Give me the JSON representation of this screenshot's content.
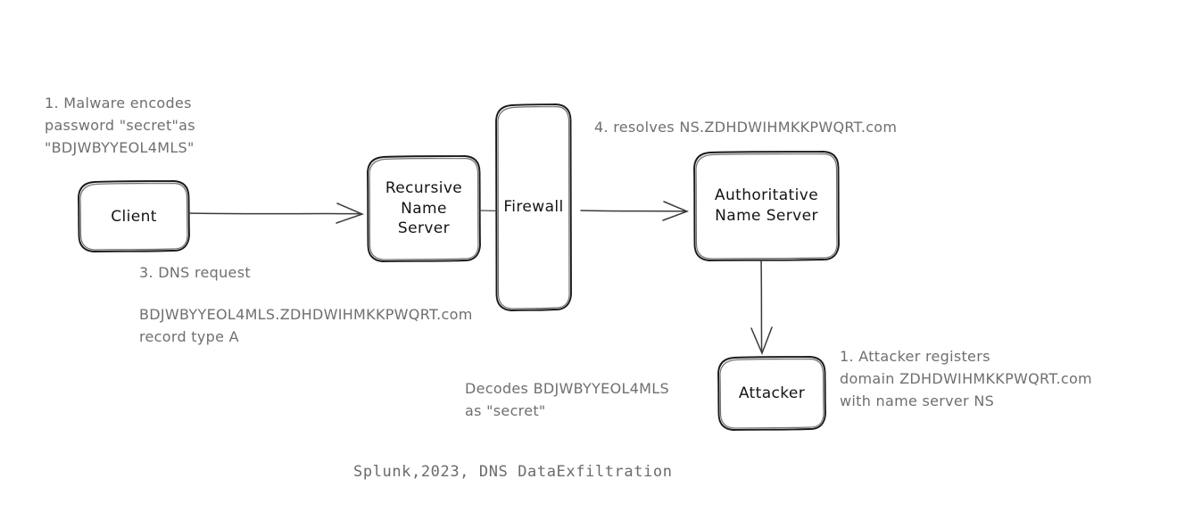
{
  "diagram": {
    "title": "DNS Data Exfiltration",
    "background_color": "#ffffff",
    "stroke_color": "#1a1a1a",
    "annotation_color": "#6f6f70",
    "caption_color": "#6b6b6d"
  },
  "nodes": [
    {
      "id": "client",
      "label": "Client"
    },
    {
      "id": "rns",
      "label": "Recursive\nName\nServer"
    },
    {
      "id": "firewall",
      "label": "Firewall"
    },
    {
      "id": "authority",
      "label": "Authoritative\nName Server"
    },
    {
      "id": "attacker",
      "label": "Attacker"
    }
  ],
  "annotations": {
    "step1": "1. Malware encodes\npassword \"secret\"as\n\"BDJWBYYEOL4MLS\"",
    "step3": "3. DNS request",
    "query": "BDJWBYYEOL4MLS.ZDHDWIHMKKPWQRT.com\nrecord type A",
    "step4": "4. resolves NS.ZDHDWIHMKKPWQRT.com",
    "decodes": "Decodes BDJWBYYEOL4MLS\nas \"secret\"",
    "attacker_registers": "1. Attacker registers\ndomain ZDHDWIHMKKPWQRT.com\nwith name server NS"
  },
  "edges": [
    {
      "id": "client-to-rns",
      "from": "client",
      "to": "rns",
      "arrow": true,
      "direction": "right"
    },
    {
      "id": "rns-to-firewall",
      "from": "rns",
      "to": "firewall",
      "arrow": false,
      "direction": "right"
    },
    {
      "id": "firewall-to-authority",
      "from": "firewall",
      "to": "authority",
      "arrow": true,
      "direction": "right"
    },
    {
      "id": "authority-to-attacker",
      "from": "authority",
      "to": "attacker",
      "arrow": true,
      "direction": "down"
    }
  ],
  "caption": "Splunk,2023, DNS DataExfiltration"
}
